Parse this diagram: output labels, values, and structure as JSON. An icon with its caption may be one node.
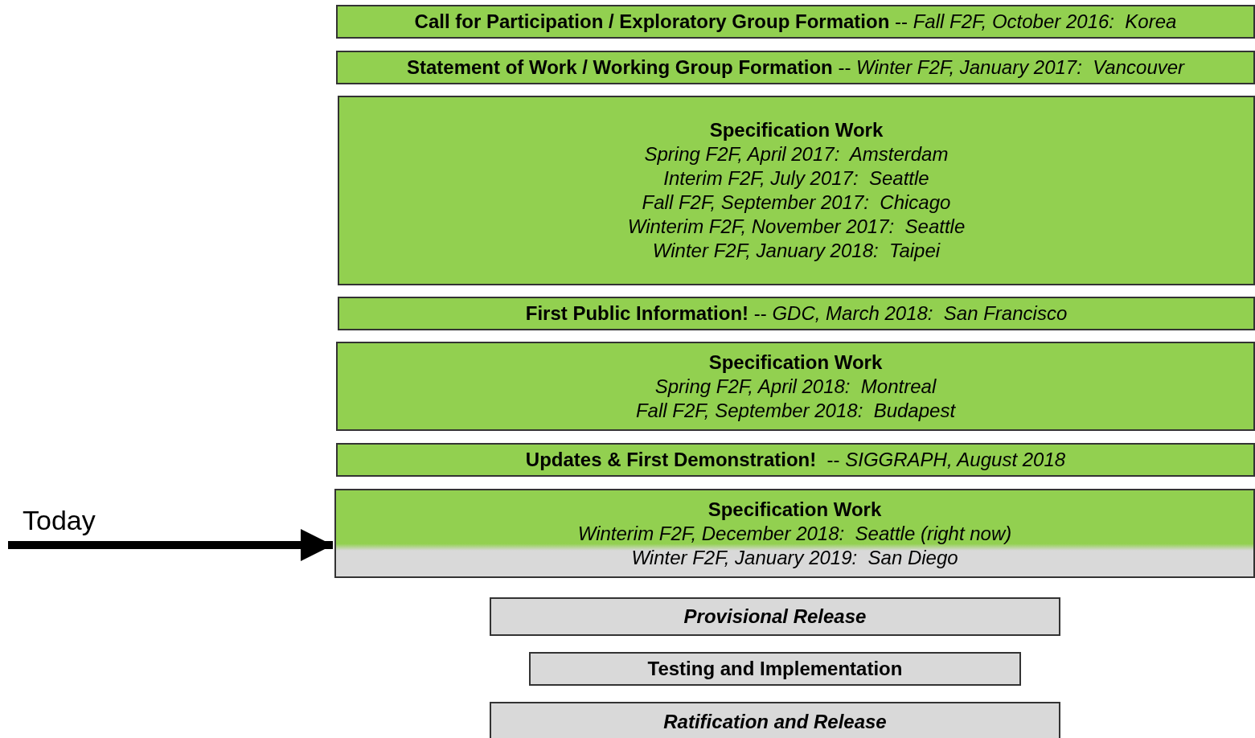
{
  "diagram": {
    "nodes": [
      {
        "text": [
          "**Call for Participation / Exploratory Group Formation** -- *Fall F2F, October 2016:  Korea*"
        ]
      },
      {
        "text": [
          "**Statement of Work / Working Group Formation** -- *Winter F2F, January 2017:  Vancouver*"
        ]
      },
      {
        "text": [
          "Specification Work",
          "Spring F2F, April 2017:  Amsterdam",
          "Interim F2F, July 2017:  Seattle",
          "Fall F2F, September 2017:  Chicago",
          "Winterim F2F, November 2017:  Seattle",
          "Winter F2F, January 2018:  Taipei"
        ]
      },
      {
        "text": [
          "**First Public Information!** -- *GDC, March 2018:  San Francisco*"
        ]
      },
      {
        "text": [
          "Specification Work",
          "Spring F2F, April 2018:  Montreal",
          "Fall F2F, September 2018:  Budapest"
        ]
      },
      {
        "text": [
          "**Updates & First Demonstration!**  -- *SIGGRAPH, August 2018*"
        ]
      },
      {
        "text": [
          "Specification Work",
          "Winterim F2F, December 2018:  Seattle (right now)",
          "Winter F2F, January 2019:  San Diego"
        ]
      },
      {
        "text": [
          "Provisional Release"
        ]
      },
      {
        "text": [
          "Testing and Implementation"
        ]
      },
      {
        "text": [
          "Ratification and Release"
        ]
      }
    ],
    "edges": [
      {
        "from": null,
        "to": 6,
        "arrow": "to",
        "label": "Today"
      }
    ]
  }
}
